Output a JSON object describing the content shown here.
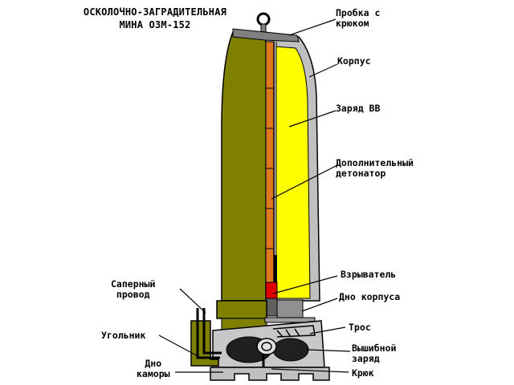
{
  "title": {
    "line1": "ОСКОЛОЧНО-ЗАГРАДИТЕЛЬНАЯ",
    "line2": "МИНА ОЗМ-152"
  },
  "labels": {
    "plug": [
      "Пробка с",
      "крюком"
    ],
    "body": [
      "Корпус"
    ],
    "charge": [
      "Заряд ВВ"
    ],
    "extra_detonator": [
      "Дополнительный",
      "детонатор"
    ],
    "fuze": [
      "Взрыватель"
    ],
    "body_bottom": [
      "Дно корпуса"
    ],
    "cable": [
      "Трос"
    ],
    "expelling_charge": [
      "Вышибной",
      "заряд"
    ],
    "hook": [
      "Крюк"
    ],
    "sapper_wire": [
      "Саперный",
      "провод"
    ],
    "angle": [
      "Угольник"
    ],
    "chamber_bottom": [
      "Дно",
      "каморы"
    ]
  },
  "colors": {
    "casing": "#808000",
    "casing_wall": "#c0c0c0",
    "explosive": "#ffff00",
    "detonator": "#e07820",
    "fuze_red": "#e00000",
    "outline": "#000000",
    "base": "#c0c0c0",
    "dark": "#202020"
  }
}
